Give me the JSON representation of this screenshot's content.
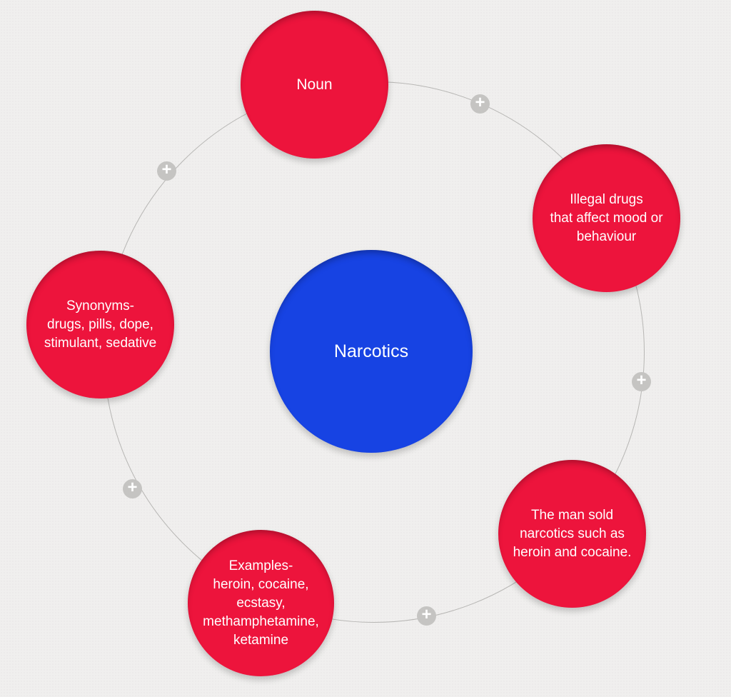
{
  "diagram": {
    "type": "mind-map",
    "center": {
      "label": "Narcotics"
    },
    "nodes": [
      {
        "id": "part-of-speech",
        "lines": [
          "Noun"
        ]
      },
      {
        "id": "definition",
        "lines": [
          "Illegal drugs",
          "that affect mood or",
          "behaviour"
        ]
      },
      {
        "id": "synonyms",
        "lines": [
          "Synonyms-",
          "drugs, pills, dope,",
          "stimulant, sedative"
        ]
      },
      {
        "id": "example-sentence",
        "lines": [
          "The man sold",
          "narcotics such as",
          "heroin and cocaine."
        ]
      },
      {
        "id": "examples",
        "lines": [
          "Examples-",
          "heroin, cocaine,",
          "ecstasy,",
          "methamphetamine,",
          "ketamine"
        ]
      }
    ],
    "ui": {
      "add_button_glyph": "+",
      "add_button_count": 5
    },
    "colors": {
      "background": "#f0efee",
      "node_red": "#ed143c",
      "center_blue": "#1743e3",
      "ring_gray": "#b7b6b4",
      "plus_gray": "#c5c4c2",
      "text_white": "#ffffff"
    }
  }
}
